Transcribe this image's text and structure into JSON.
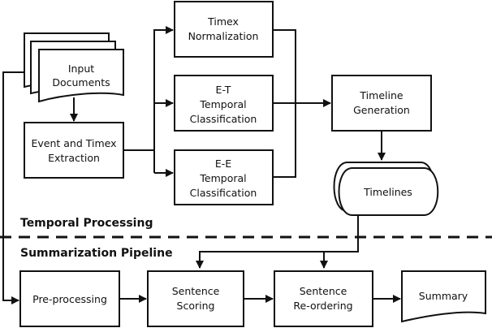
{
  "diagram": {
    "sections": {
      "temporal": "Temporal Processing",
      "summarization": "Summarization Pipeline"
    },
    "nodes": {
      "input_documents": [
        "Input",
        "Documents"
      ],
      "event_timex_extraction": [
        "Event and Timex",
        "Extraction"
      ],
      "timex_normalization": [
        "Timex",
        "Normalization"
      ],
      "et_classification": [
        "E-T",
        "Temporal",
        "Classification"
      ],
      "ee_classification": [
        "E-E",
        "Temporal",
        "Classification"
      ],
      "timeline_generation": [
        "Timeline",
        "Generation"
      ],
      "timelines": [
        "Timelines"
      ],
      "preprocessing": [
        "Pre-processing"
      ],
      "sentence_scoring": [
        "Sentence",
        "Scoring"
      ],
      "sentence_reordering": [
        "Sentence",
        "Re-ordering"
      ],
      "summary": [
        "Summary"
      ]
    },
    "edges": [
      {
        "from": "input_documents",
        "to": "event_timex_extraction"
      },
      {
        "from": "input_documents",
        "to": "preprocessing"
      },
      {
        "from": "event_timex_extraction",
        "to": "timex_normalization"
      },
      {
        "from": "event_timex_extraction",
        "to": "et_classification"
      },
      {
        "from": "event_timex_extraction",
        "to": "ee_classification"
      },
      {
        "from": "timex_normalization",
        "to": "timeline_generation"
      },
      {
        "from": "et_classification",
        "to": "timeline_generation"
      },
      {
        "from": "ee_classification",
        "to": "timeline_generation"
      },
      {
        "from": "timeline_generation",
        "to": "timelines"
      },
      {
        "from": "timelines",
        "to": "sentence_scoring"
      },
      {
        "from": "timelines",
        "to": "sentence_reordering"
      },
      {
        "from": "preprocessing",
        "to": "sentence_scoring"
      },
      {
        "from": "sentence_scoring",
        "to": "sentence_reordering"
      },
      {
        "from": "sentence_reordering",
        "to": "summary"
      }
    ]
  }
}
